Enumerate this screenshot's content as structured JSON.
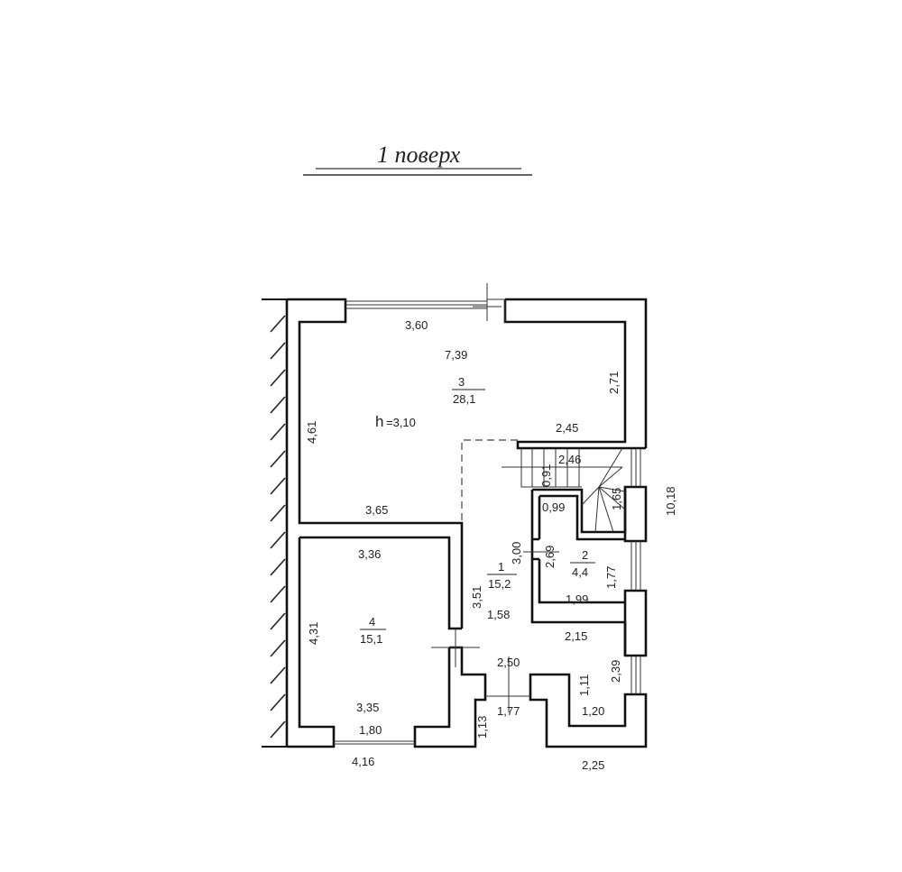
{
  "title": "1 поверх",
  "ceiling_height": {
    "label": "h",
    "value": "=3,10"
  },
  "rooms": [
    {
      "number": "1",
      "area": "15,2"
    },
    {
      "number": "2",
      "area": "4,4"
    },
    {
      "number": "3",
      "area": "28,1"
    },
    {
      "number": "4",
      "area": "15,1"
    }
  ],
  "dimensions": [
    "3,60",
    "7,39",
    "2,71",
    "4,61",
    "2,45",
    "2,46",
    "0,91",
    "1,65",
    "0,99",
    "3,65",
    "10,18",
    "3,36",
    "3,00",
    "2,69",
    "1,77",
    "3,51",
    "1,99",
    "1,58",
    "4,31",
    "2,15",
    "2,50",
    "2,39",
    "1,11",
    "3,35",
    "1,77",
    "1,20",
    "1,80",
    "1,13",
    "4,16",
    "2,25"
  ]
}
